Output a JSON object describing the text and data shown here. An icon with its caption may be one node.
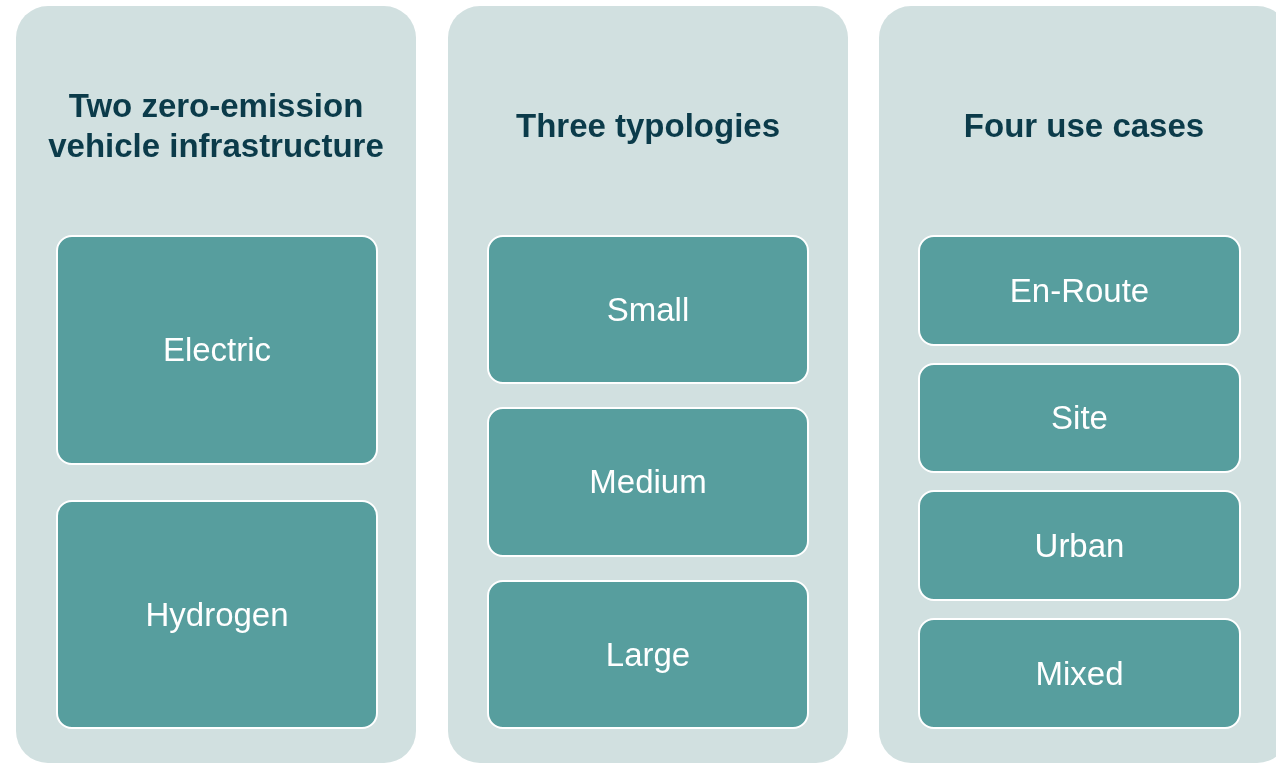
{
  "diagram": {
    "nodes": [
      {
        "text": [
          "Two zero-emission vehicle infrastructure"
        ]
      },
      {
        "text": [
          "Electric"
        ],
        "in": 0
      },
      {
        "text": [
          "Hydrogen"
        ],
        "in": 0
      },
      {
        "text": [
          "Three typologies"
        ]
      },
      {
        "text": [
          "Small"
        ],
        "in": 3
      },
      {
        "text": [
          "Medium"
        ],
        "in": 3
      },
      {
        "text": [
          "Large"
        ],
        "in": 3
      },
      {
        "text": [
          "Four use cases"
        ]
      },
      {
        "text": [
          "En-Route"
        ],
        "in": 7
      },
      {
        "text": [
          "Site"
        ],
        "in": 7
      },
      {
        "text": [
          "Urban"
        ],
        "in": 7
      },
      {
        "text": [
          "Mixed"
        ],
        "in": 7
      }
    ]
  }
}
